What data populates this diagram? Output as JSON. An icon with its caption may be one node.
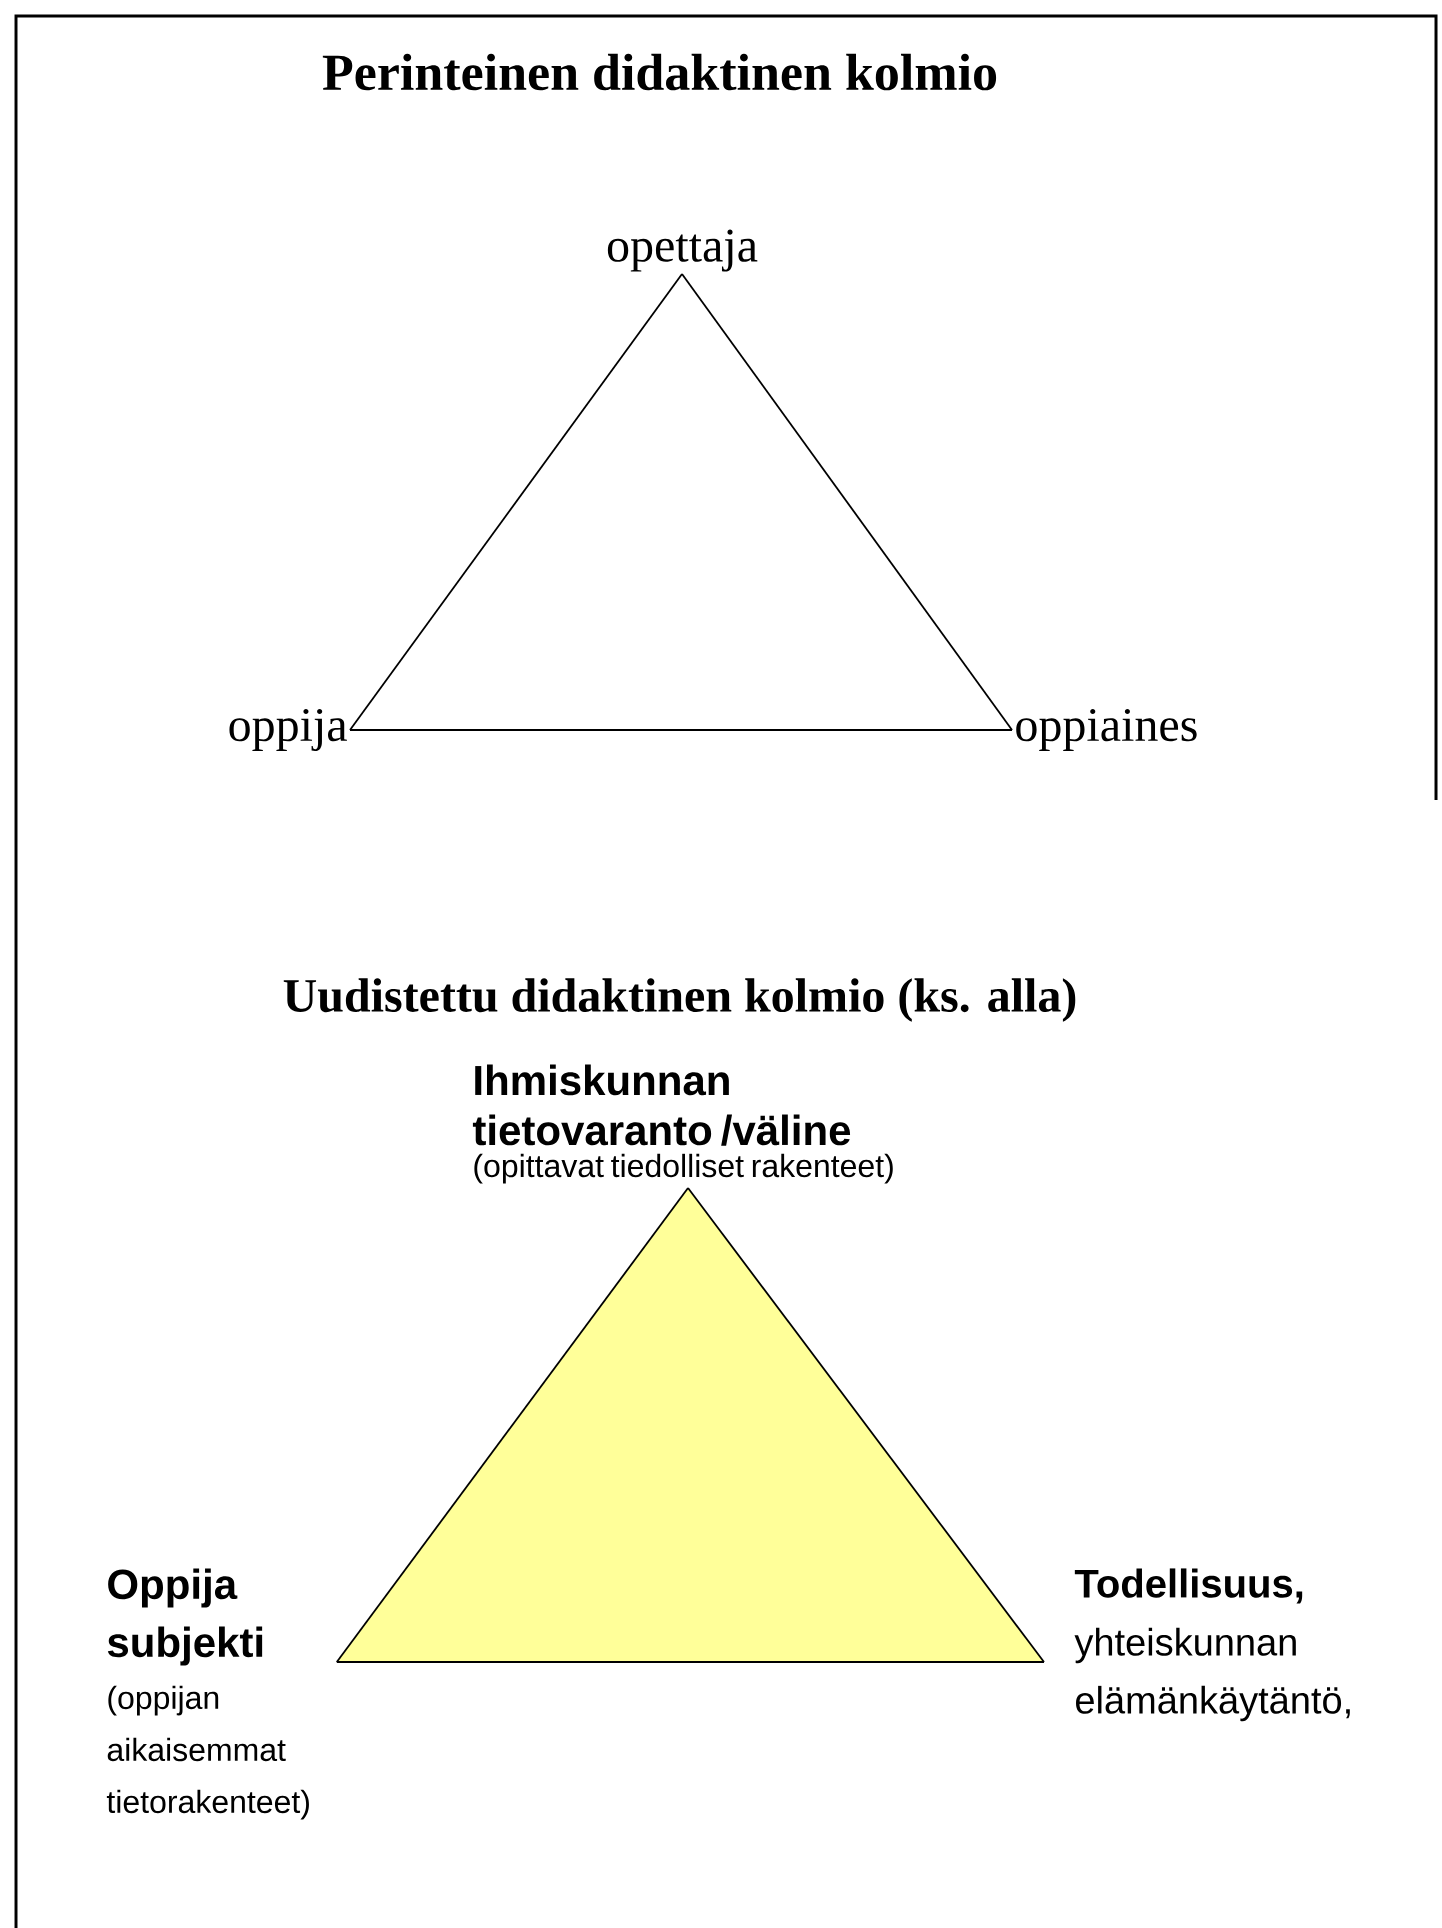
{
  "diagram": {
    "title": "Perinteinen didaktinen kolmio",
    "nodes": [
      {
        "text": [
          "opettaja"
        ]
      },
      {
        "text": [
          "oppija"
        ]
      },
      {
        "text": [
          "oppiaines"
        ]
      },
      {
        "text": [
          "Ihmiskunnan tietovaranto /väline",
          "(opittavat tiedolliset rakenteet)"
        ]
      },
      {
        "text": [
          "Oppija subjekti",
          "(oppijan aikaisemmat tietorakenteet)"
        ]
      },
      {
        "text": [
          "Todellisuus,",
          "yhteiskunnan elämänkäytäntö,"
        ]
      }
    ],
    "edges": [
      {
        "from": 0,
        "to": 1,
        "arrow": "none"
      },
      {
        "from": 0,
        "to": 2,
        "arrow": "none"
      },
      {
        "from": 1,
        "to": 2,
        "arrow": "none"
      },
      {
        "from": 3,
        "to": 4,
        "arrow": "none"
      },
      {
        "from": 3,
        "to": 5,
        "arrow": "none"
      },
      {
        "from": 4,
        "to": 5,
        "arrow": "none"
      }
    ],
    "labels": [
      "Uudistettu didaktinen kolmio (ks. alla)"
    ]
  }
}
